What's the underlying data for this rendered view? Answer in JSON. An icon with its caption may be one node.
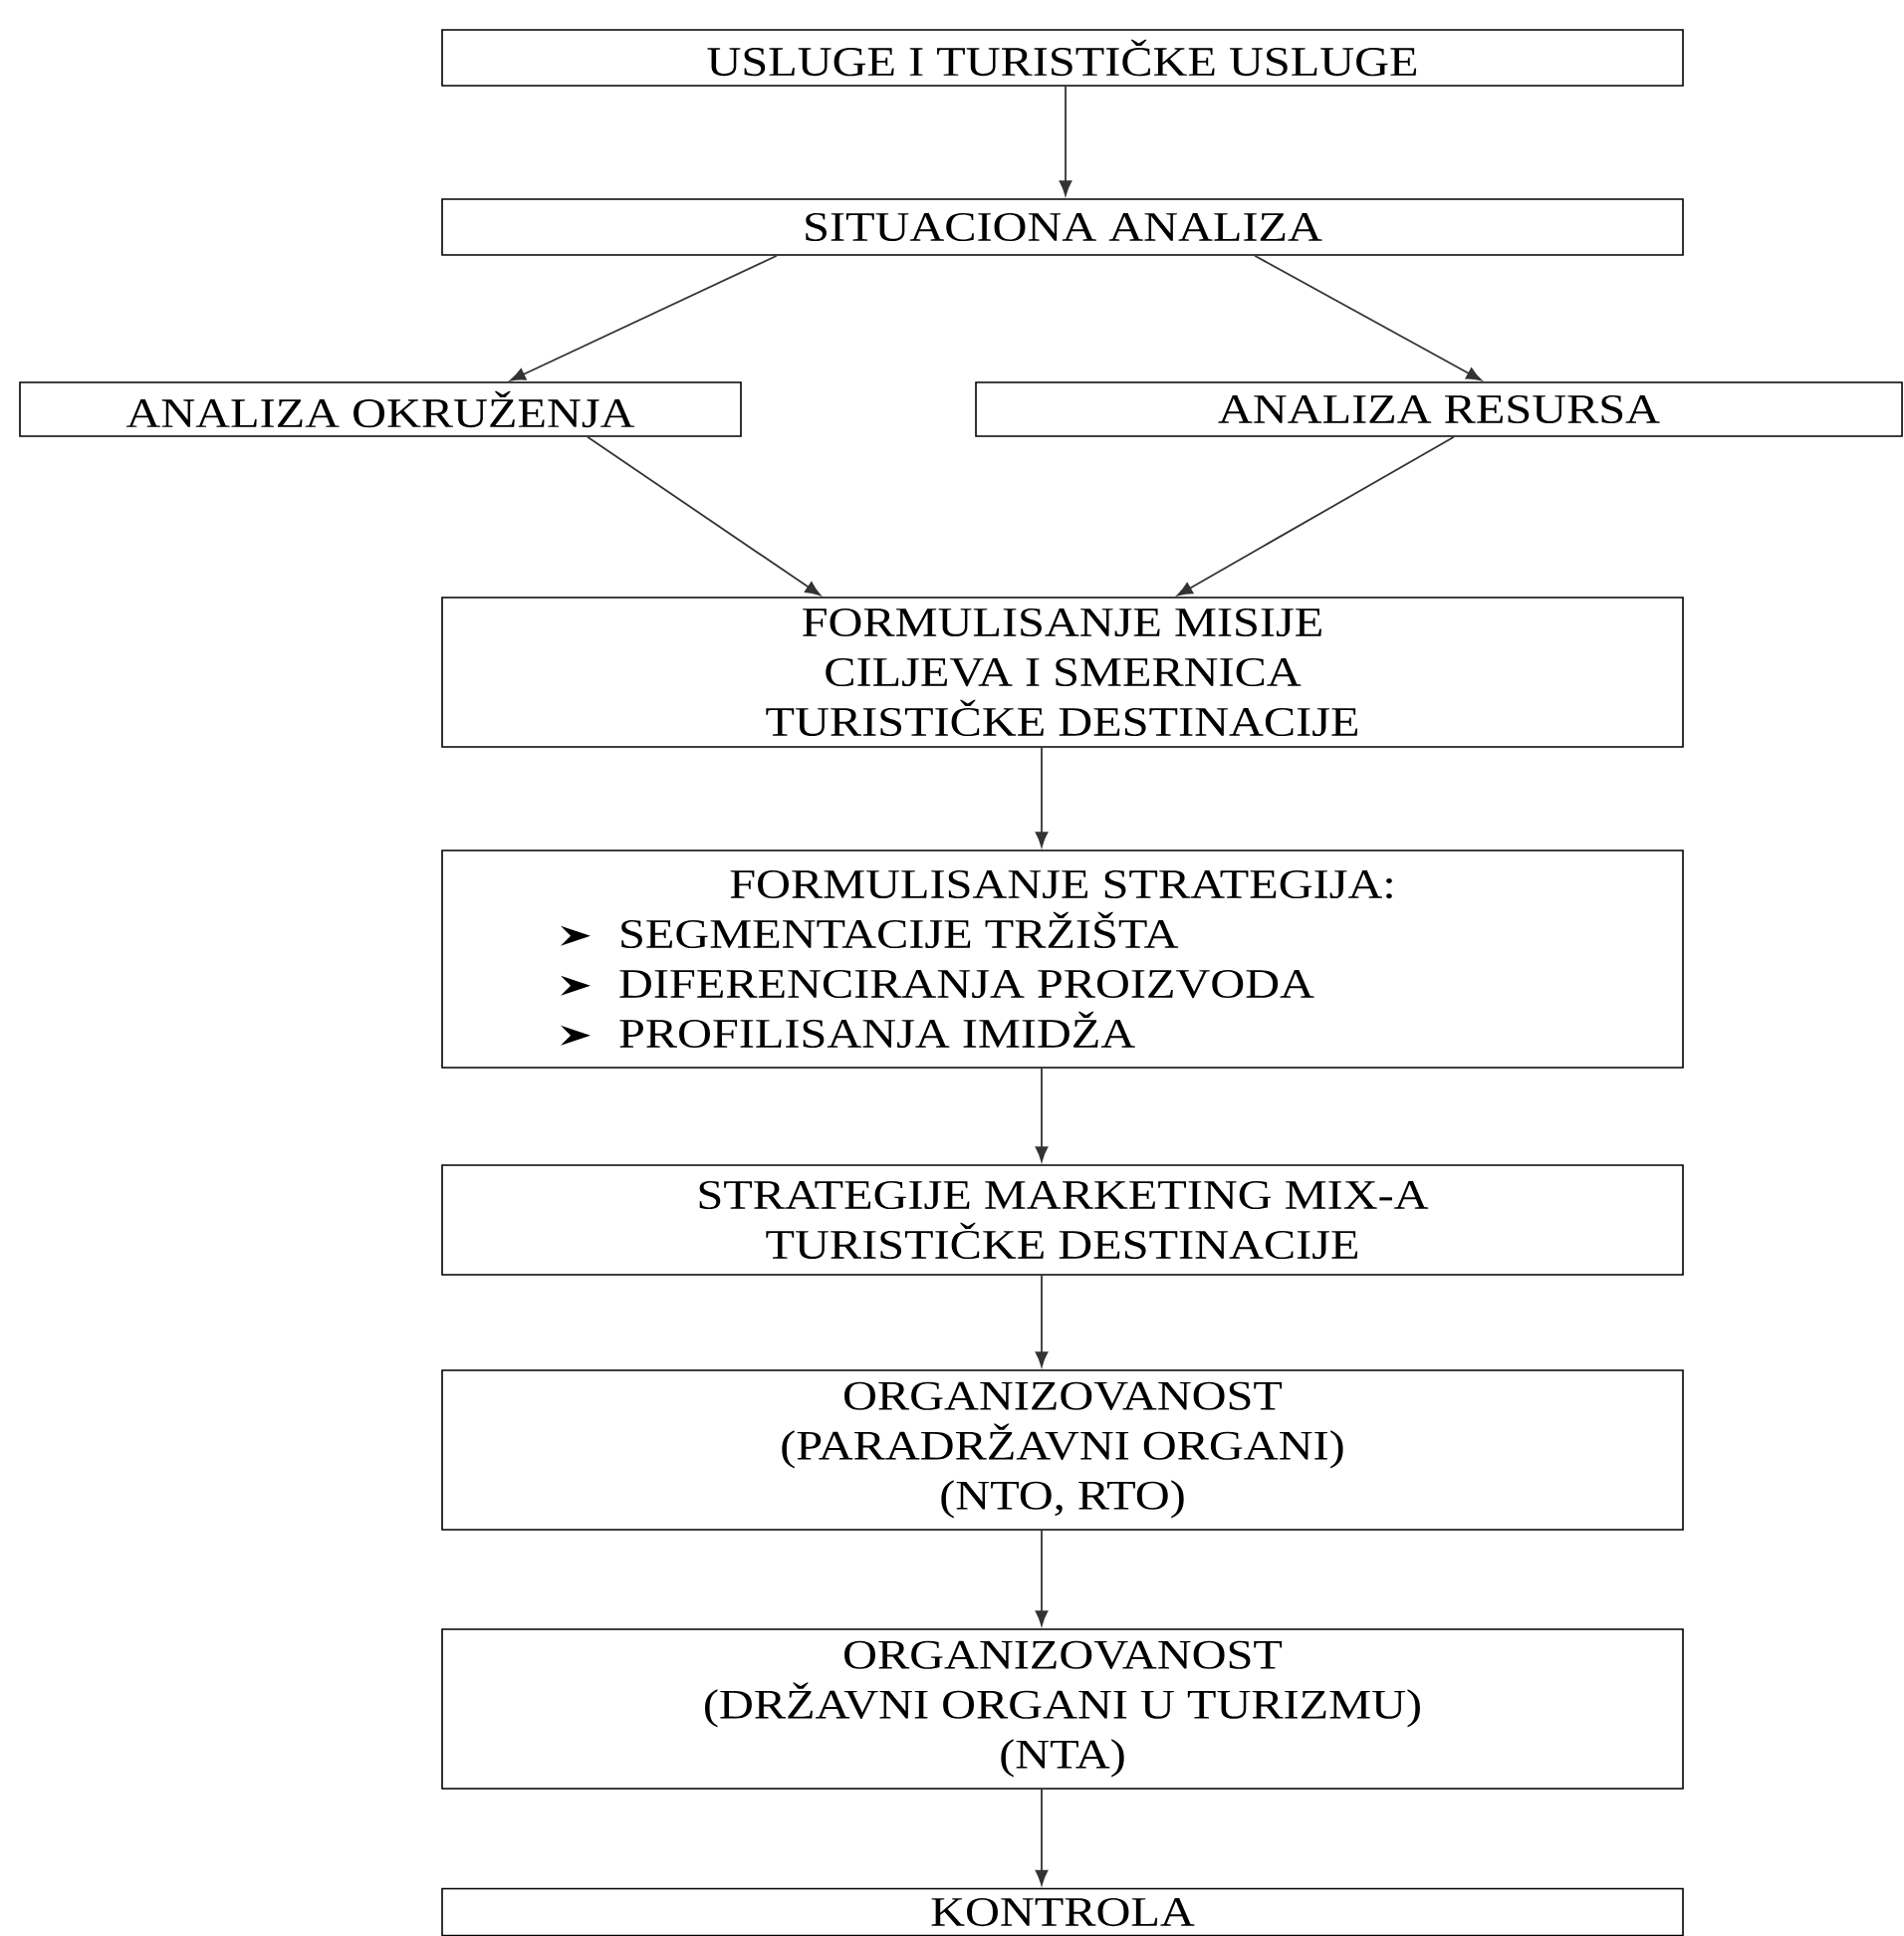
{
  "diagram": {
    "nodes": [
      {
        "text": [
          "USLUGE I TURISTIČKE USLUGE"
        ]
      },
      {
        "text": [
          "SITUACIONA ANALIZA"
        ]
      },
      {
        "text": [
          "ANALIZA OKRUŽENJA"
        ]
      },
      {
        "text": [
          "ANALIZA RESURSA"
        ]
      },
      {
        "text": [
          "FORMULISANJE MISIJE CILJEVA I SMERNICA TURISTIČKE DESTINACIJE"
        ]
      },
      {
        "text": [
          "FORMULISANJE STRATEGIJA:",
          "SEGMENTACIJE TRŽIŠTA",
          "DIFERENCIRANJA PROIZVODA",
          "PROFILISANJA IMIDŽA"
        ]
      },
      {
        "text": [
          "STRATEGIJE MARKETING MIX-A TURISTIČKE DESTINACIJE"
        ]
      },
      {
        "text": [
          "ORGANIZOVANOST",
          "(PARADRŽAVNI ORGANI) (NTO, RTO)"
        ]
      },
      {
        "text": [
          "ORGANIZOVANOST",
          "(DRŽAVNI ORGANI U TURIZMU) (NTA)"
        ]
      },
      {
        "text": [
          "KONTROLA"
        ]
      }
    ],
    "edges": [
      {
        "from": 0,
        "to": 1,
        "arrow": "to"
      },
      {
        "from": 1,
        "to": 2,
        "arrow": "to"
      },
      {
        "from": 1,
        "to": 3,
        "arrow": "to"
      },
      {
        "from": 2,
        "to": 4,
        "arrow": "to"
      },
      {
        "from": 3,
        "to": 4,
        "arrow": "to"
      },
      {
        "from": 4,
        "to": 5,
        "arrow": "to"
      },
      {
        "from": 5,
        "to": 6,
        "arrow": "to"
      },
      {
        "from": 6,
        "to": 7,
        "arrow": "to"
      },
      {
        "from": 7,
        "to": 8,
        "arrow": "to"
      },
      {
        "from": 8,
        "to": 9,
        "arrow": "to"
      }
    ]
  }
}
